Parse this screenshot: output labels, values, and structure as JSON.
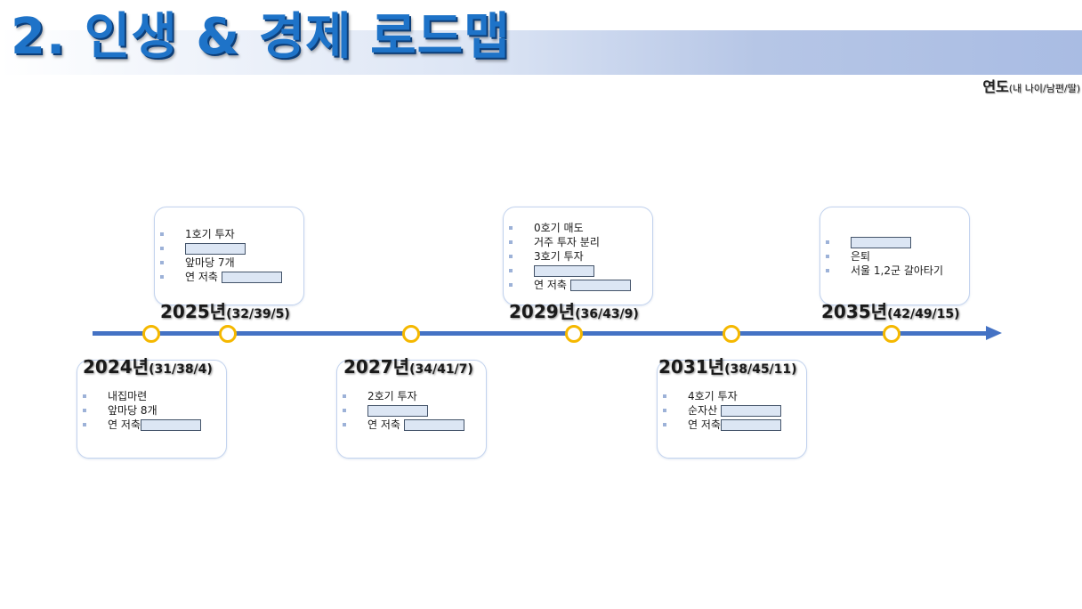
{
  "title": "2. 인생 & 경제 로드맵",
  "legend": {
    "main": "연도",
    "sub": "(내 나이/남편/딸)"
  },
  "colors": {
    "title": "#1e73c8",
    "axis": "#4472c4",
    "marker": "#f5b800",
    "card_border": "#c3d3ee",
    "blank_fill": "#dce6f4"
  },
  "timeline": [
    {
      "year": "2024년",
      "ages": "(31/38/4)",
      "position": "below",
      "items": [
        {
          "text": "내집마련"
        },
        {
          "text": "앞마당 8개"
        },
        {
          "text": "연 저축",
          "redacted": true
        }
      ]
    },
    {
      "year": "2025년",
      "ages": "(32/39/5)",
      "position": "above",
      "items": [
        {
          "text": "1호기 투자"
        },
        {
          "text": "",
          "redacted": true
        },
        {
          "text": "앞마당 7개"
        },
        {
          "text": "연 저축 ",
          "redacted": true
        }
      ]
    },
    {
      "year": "2027년",
      "ages": "(34/41/7)",
      "position": "below",
      "items": [
        {
          "text": "2호기 투자"
        },
        {
          "text": "",
          "redacted": true
        },
        {
          "text": "연 저축 ",
          "redacted": true
        }
      ]
    },
    {
      "year": "2029년",
      "ages": "(36/43/9)",
      "position": "above",
      "items": [
        {
          "text": "0호기 매도"
        },
        {
          "text": "거주 투자 분리"
        },
        {
          "text": "3호기 투자"
        },
        {
          "text": "",
          "redacted": true
        },
        {
          "text": "연 저축 ",
          "redacted": true
        }
      ]
    },
    {
      "year": "2031년",
      "ages": "(38/45/11)",
      "position": "below",
      "items": [
        {
          "text": "4호기 투자"
        },
        {
          "text": "순자산 ",
          "redacted": true
        },
        {
          "text": "연 저축",
          "redacted": true
        }
      ]
    },
    {
      "year": "2035년",
      "ages": "(42/49/15)",
      "position": "above",
      "items": [
        {
          "text": "",
          "redacted": true
        },
        {
          "text": "은퇴"
        },
        {
          "text": "서울 1,2군 갈아타기"
        }
      ]
    }
  ]
}
